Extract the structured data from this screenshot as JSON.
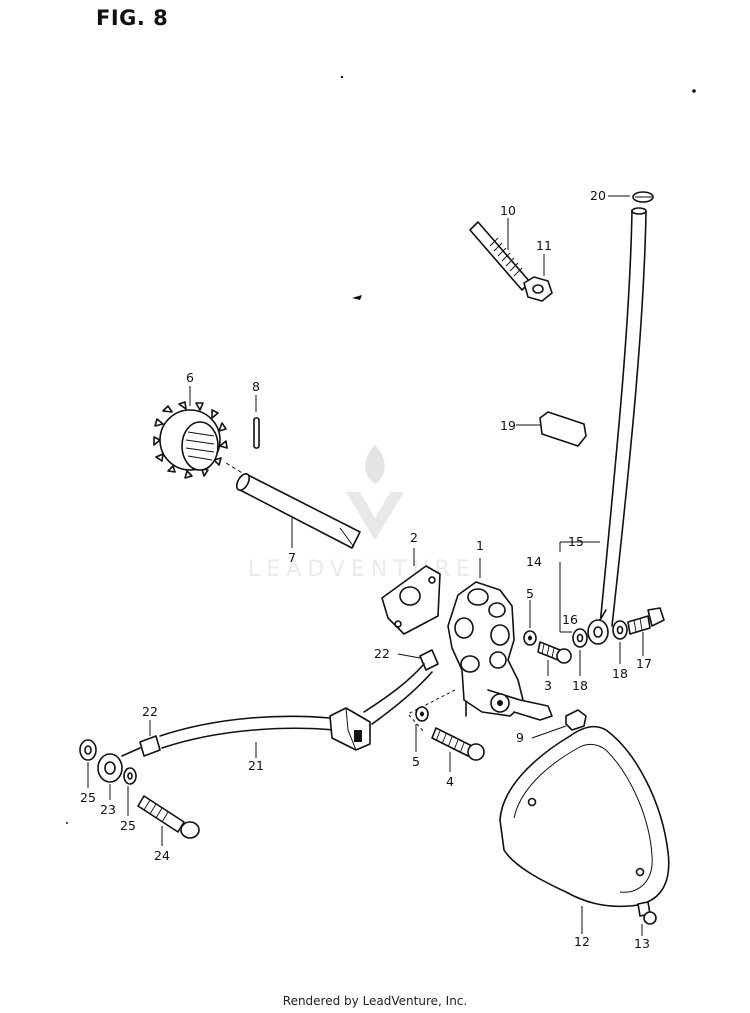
{
  "figure": {
    "title": "FIG. 8"
  },
  "watermark": {
    "brand": "LEADVENTURE",
    "color": "#d9d9d9"
  },
  "footer": {
    "text": "Rendered by LeadVenture, Inc."
  },
  "callouts": {
    "c1": "1",
    "c2": "2",
    "c3": "3",
    "c4": "4",
    "c5a": "5",
    "c5b": "5",
    "c6": "6",
    "c7": "7",
    "c8": "8",
    "c9": "9",
    "c10": "10",
    "c11": "11",
    "c12": "12",
    "c13": "13",
    "c14": "14",
    "c15": "15",
    "c16": "16",
    "c17": "17",
    "c18a": "18",
    "c18b": "18",
    "c19": "19",
    "c20": "20",
    "c21": "21",
    "c22a": "22",
    "c22b": "22",
    "c23": "23",
    "c24": "24",
    "c25a": "25",
    "c25b": "25"
  }
}
